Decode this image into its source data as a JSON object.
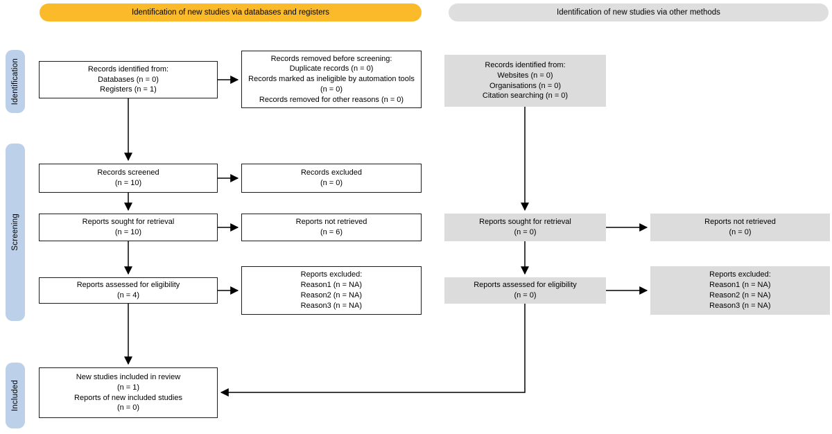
{
  "diagram": {
    "type": "prisma-flow-diagram",
    "colors": {
      "header_databases_fill": "#fbba2a",
      "header_other_fill": "#dedede",
      "stage_tab_fill": "#bcd0ea",
      "box_gray_fill": "#dcdcdc",
      "box_border": "#1a1a1a",
      "arrow": "#000000"
    },
    "headers": {
      "databases": "Identification of new studies via databases and registers",
      "other_methods": "Identification of new studies via other methods"
    },
    "stage_labels": {
      "identification": "Identification",
      "screening": "Screening",
      "included": "Included"
    },
    "boxes": {
      "records_identified_db": {
        "lines": [
          "Records identified from:",
          "Databases (n = 0)",
          "Registers (n = 1)"
        ]
      },
      "records_removed": {
        "lines": [
          "Records removed before screening:",
          "Duplicate records (n = 0)",
          "Records marked as ineligible by automation tools (n = 0)",
          "Records removed for other reasons (n = 0)"
        ]
      },
      "records_screened": {
        "lines": [
          "Records screened",
          "(n = 10)"
        ]
      },
      "records_excluded": {
        "lines": [
          "Records excluded",
          "(n = 0)"
        ]
      },
      "reports_sought_db": {
        "lines": [
          "Reports sought for retrieval",
          "(n = 10)"
        ]
      },
      "reports_not_retrieved_db": {
        "lines": [
          "Reports not retrieved",
          "(n = 6)"
        ]
      },
      "reports_assessed_db": {
        "lines": [
          "Reports assessed for eligibility",
          "(n = 4)"
        ]
      },
      "reports_excluded_db": {
        "lines": [
          "Reports excluded:",
          "Reason1 (n = NA)",
          "Reason2 (n = NA)",
          "Reason3 (n = NA)"
        ]
      },
      "new_studies_included": {
        "lines": [
          "New studies included in review",
          "(n = 1)",
          "Reports of new included studies",
          "(n = 0)"
        ]
      },
      "records_identified_other": {
        "lines": [
          "Records identified from:",
          "Websites (n = 0)",
          "Organisations (n = 0)",
          "Citation searching (n = 0)"
        ]
      },
      "reports_sought_other": {
        "lines": [
          "Reports sought for retrieval",
          "(n = 0)"
        ]
      },
      "reports_not_retrieved_other": {
        "lines": [
          "Reports not retrieved",
          "(n = 0)"
        ]
      },
      "reports_assessed_other": {
        "lines": [
          "Reports assessed for eligibility",
          "(n = 0)"
        ]
      },
      "reports_excluded_other": {
        "lines": [
          "Reports excluded:",
          "Reason1 (n = NA)",
          "Reason2 (n = NA)",
          "Reason3 (n = NA)"
        ]
      }
    }
  }
}
